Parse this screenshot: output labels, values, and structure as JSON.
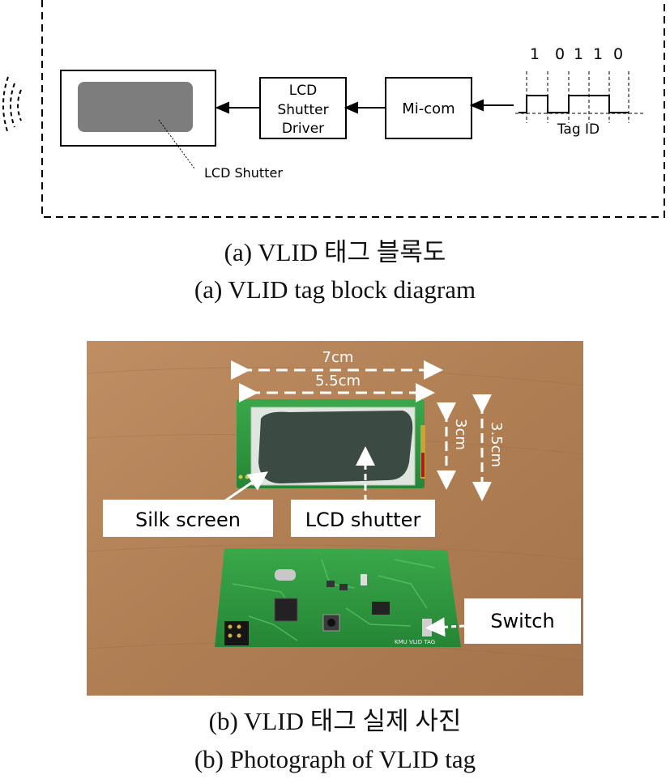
{
  "diagram": {
    "driver_label_lines": [
      "LCD",
      "Shutter",
      "Driver"
    ],
    "micom_label": "Mi-com",
    "bits": [
      "1",
      "0",
      "1",
      "1",
      "0"
    ],
    "tag_id_label": "Tag ID",
    "lcd_shutter_label": "LCD Shutter"
  },
  "captions": {
    "a_korean": "(a) VLID 태그 블록도",
    "a_english": "(a) VLID tag block diagram",
    "b_korean": "(b) VLID 태그 실제 사진",
    "b_english": "(b) Photograph of VLID tag"
  },
  "photo": {
    "dim_width_outer": "7cm",
    "dim_width_inner": "5.5cm",
    "dim_height_inner": "3cm",
    "dim_height_outer": "3.5cm",
    "label_silk_screen": "Silk screen",
    "label_lcd_shutter": "LCD shutter",
    "label_switch": "Switch",
    "pcb_marking": "KMU VLID TAG"
  },
  "colors": {
    "table_wood": "#b8865a",
    "pcb_green": "#2f9a3e",
    "lcd_dark": "#3c4a44",
    "shutter_gray": "#7d7d7d"
  }
}
